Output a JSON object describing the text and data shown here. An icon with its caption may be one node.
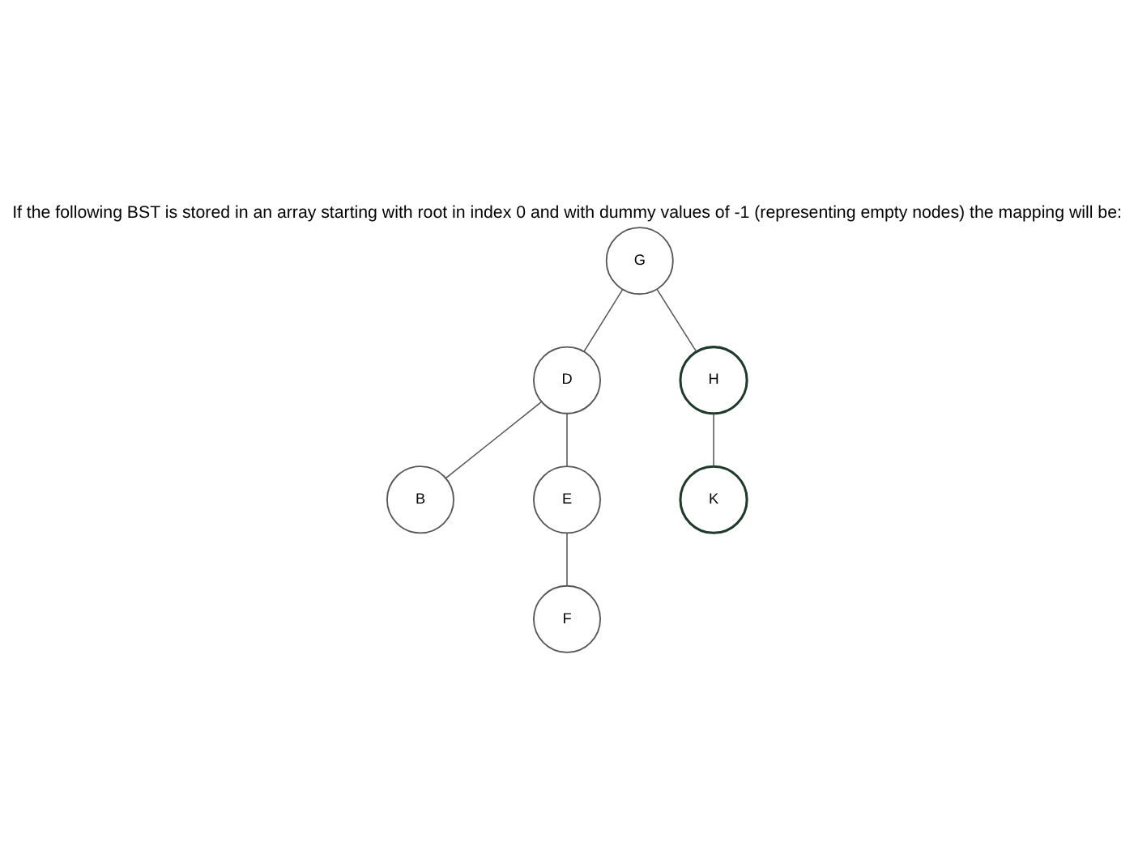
{
  "diagram": {
    "title": "If the following BST is stored in an array starting with root in index 0 and with dummy values of -1 (representing empty nodes) the mapping will be:",
    "nodes": [
      {
        "text": [
          "G"
        ]
      },
      {
        "text": [
          "D"
        ]
      },
      {
        "text": [
          "H"
        ]
      },
      {
        "text": [
          "B"
        ]
      },
      {
        "text": [
          "E"
        ]
      },
      {
        "text": [
          "K"
        ]
      },
      {
        "text": [
          "F"
        ]
      }
    ],
    "edges": [
      {
        "from": 0,
        "to": 1,
        "arrow": "none"
      },
      {
        "from": 0,
        "to": 2,
        "arrow": "none"
      },
      {
        "from": 1,
        "to": 3,
        "arrow": "none"
      },
      {
        "from": 1,
        "to": 4,
        "arrow": "none"
      },
      {
        "from": 2,
        "to": 5,
        "arrow": "none"
      },
      {
        "from": 4,
        "to": 6,
        "arrow": "none"
      }
    ]
  }
}
